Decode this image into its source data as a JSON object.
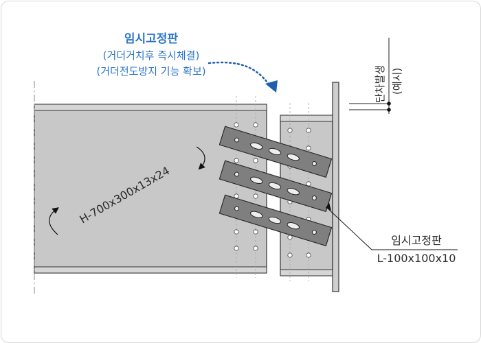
{
  "callout_temporary_plate": {
    "title": "임시고정판",
    "line1": "(거더거치후 즉시체결)",
    "line2": "(거더전도방지 기능 확보)"
  },
  "member_label": "H-700x300x13x24",
  "plate_label": {
    "name": "임시고정판",
    "size": "L-100x100x10"
  },
  "step_label": {
    "main": "단차발생",
    "sub": "(예시)"
  },
  "colors": {
    "steel_fill": "#c6c6c6",
    "plate_fill": "#7d7d7d",
    "outline": "#333333",
    "annotation_blue": "#2a74c9",
    "dotted_arrow": "#1f5fae",
    "centerline": "#888888"
  }
}
